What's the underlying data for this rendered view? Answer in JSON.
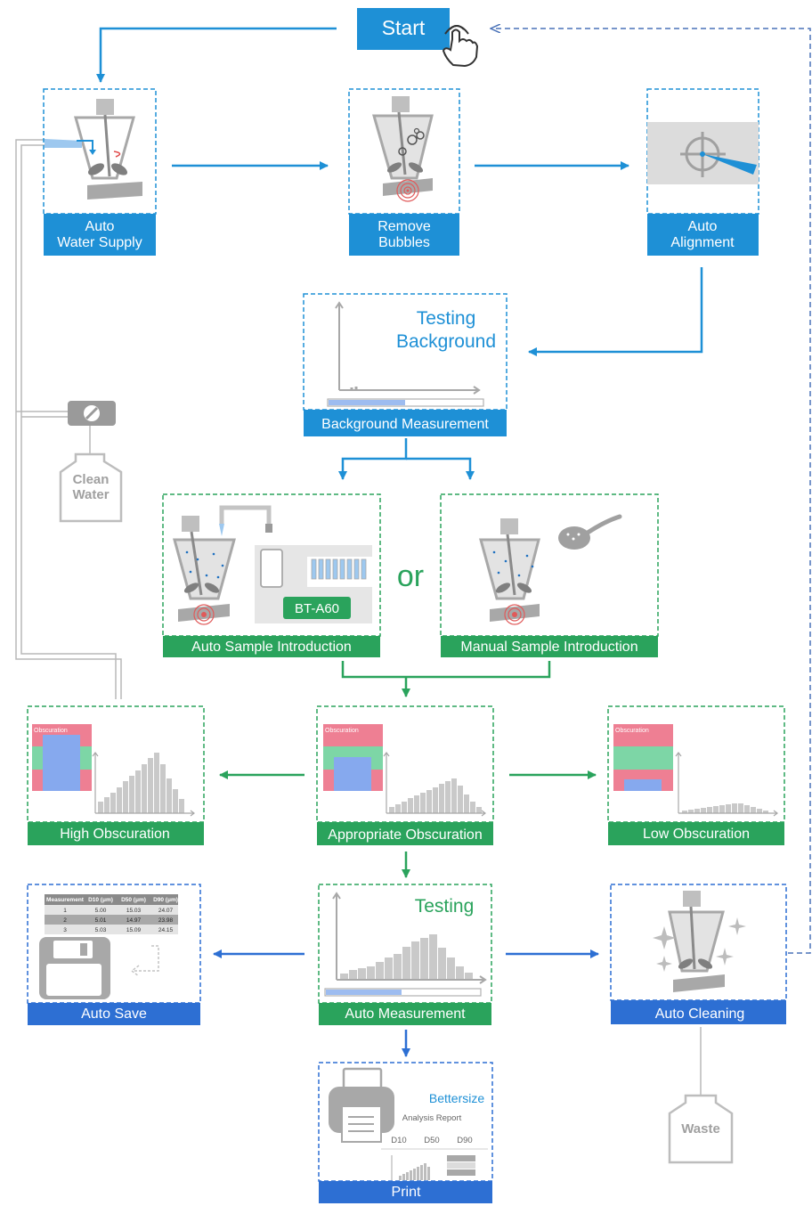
{
  "colors": {
    "blue": "#1e90d6",
    "dark_blue": "#2d6fd3",
    "green": "#2aa35c",
    "gray": "#a8a8a8",
    "obscuration_pink": "#ee7f93",
    "obscuration_green": "#7dd6a6",
    "obscuration_blue": "#86a9ee"
  },
  "start": {
    "label": "Start"
  },
  "steps": {
    "water_supply": {
      "label_line1": "Auto",
      "label_line2": "Water Supply"
    },
    "remove_bubbles": {
      "label_line1": "Remove",
      "label_line2": "Bubbles"
    },
    "alignment": {
      "label_line1": "Auto",
      "label_line2": "Alignment"
    },
    "background": {
      "title_line1": "Testing",
      "title_line2": "Background",
      "label": "Background Measurement"
    },
    "auto_sample": {
      "label": "Auto Sample Introduction",
      "device": "BT-A60"
    },
    "or_text": "or",
    "manual_sample": {
      "label": "Manual Sample Introduction"
    },
    "high_obs": {
      "label": "High Obscuration",
      "panel_text": "Obscuration"
    },
    "appropriate_obs": {
      "label": "Appropriate Obscuration",
      "panel_text": "Obscuration"
    },
    "low_obs": {
      "label": "Low Obscuration",
      "panel_text": "Obscuration"
    },
    "auto_save": {
      "label": "Auto Save",
      "table": {
        "headers": [
          "Measurement",
          "D10 (μm)",
          "D50 (μm)",
          "D90 (μm)"
        ],
        "rows": [
          [
            "1",
            "5.00",
            "15.03",
            "24.07"
          ],
          [
            "2",
            "5.01",
            "14.97",
            "23.98"
          ],
          [
            "3",
            "5.03",
            "15.09",
            "24.15"
          ]
        ]
      }
    },
    "auto_measurement": {
      "title": "Testing",
      "label": "Auto Measurement"
    },
    "auto_cleaning": {
      "label": "Auto Cleaning"
    },
    "print": {
      "label": "Print",
      "brand": "Bettersize",
      "report_title": "Analysis Report",
      "columns": [
        "D10",
        "D50",
        "D90"
      ]
    }
  },
  "containers": {
    "clean_water_line1": "Clean",
    "clean_water_line2": "Water",
    "waste": "Waste"
  }
}
